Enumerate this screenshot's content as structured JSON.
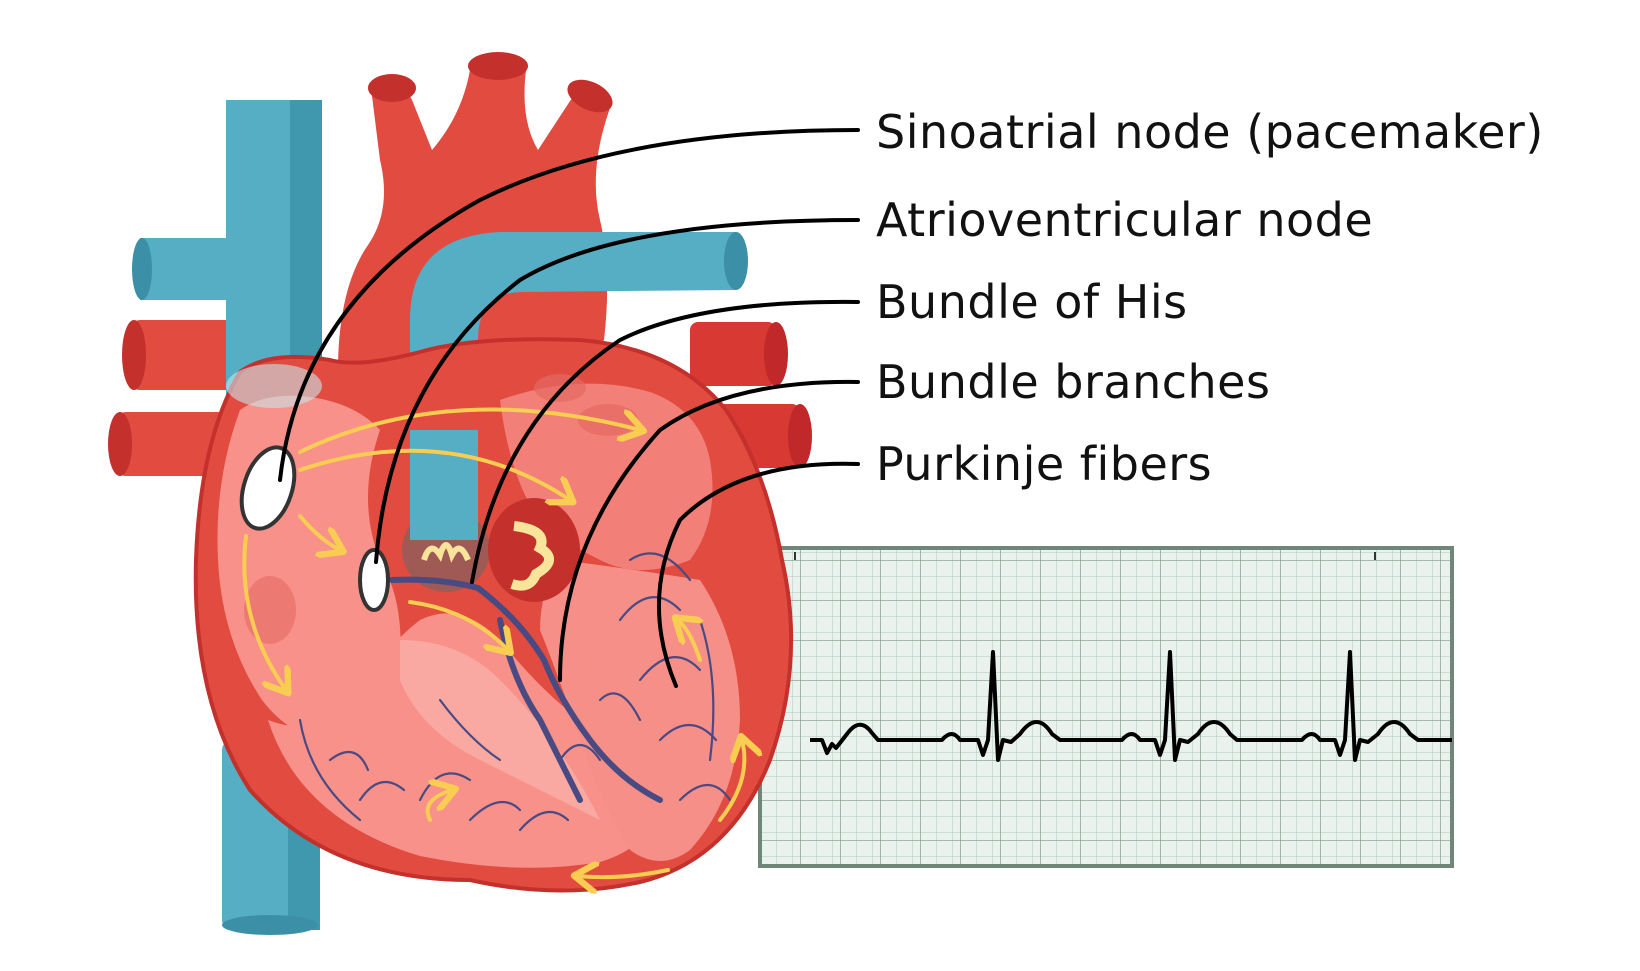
{
  "labels": {
    "sa_node": "Sinoatrial node (pacemaker)",
    "av_node": "Atrioventricular node",
    "bundle_his": "Bundle of His",
    "bundle_branches": "Bundle branches",
    "purkinje": "Purkinje fibers"
  },
  "colors": {
    "heart_red": "#e14b40",
    "heart_dark_red": "#c4302b",
    "chamber_pink": "#f58f88",
    "chamber_light": "#fbb3ac",
    "vein_blue": "#55aec4",
    "vein_dark_blue": "#3b8fa6",
    "conduction_path": "#4a4a82",
    "impulse_arrow": "#f8cd52",
    "ecg_grid_bg": "#e9f1ec",
    "ecg_grid_line": "#93ad9f",
    "ecg_border": "#6f8778",
    "ecg_trace": "#000000"
  }
}
